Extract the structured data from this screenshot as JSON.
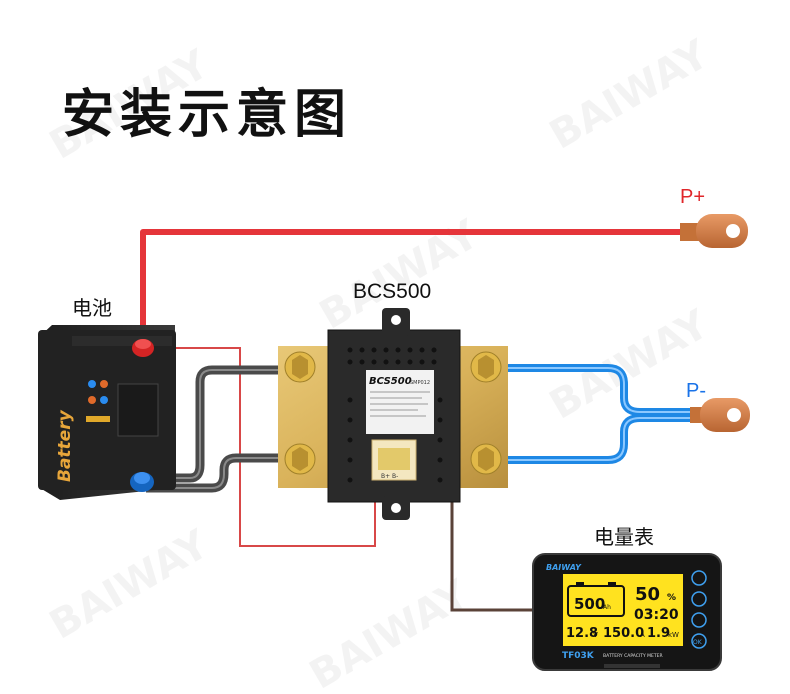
{
  "title": "安装示意图",
  "labels": {
    "battery": "电池",
    "shunt": "BCS500",
    "p_plus": "P+",
    "p_minus": "P-",
    "meter": "电量表"
  },
  "battery_case_text": "Battery",
  "shunt_sticker": {
    "model": "BCS500",
    "code": "SMP012",
    "terminals": "B+ B-"
  },
  "meter": {
    "brand": "BAIWAY",
    "capacity": "500",
    "capacity_unit": "Ah",
    "percent": "50",
    "percent_unit": "%",
    "time": "03:20",
    "voltage": "12.8",
    "voltage_unit": "V",
    "current": "150.0",
    "current_unit": "A",
    "power": "1.9",
    "power_unit": "kW",
    "model": "TF03K",
    "subtitle": "BATTERY CAPACITY METER",
    "button_ok": "OK"
  },
  "watermark": "BAIWAY",
  "colors": {
    "red_wire": "#e5353a",
    "blue_wire": "#1e88e5",
    "grey_wire": "#505050",
    "thin_red": "#d84848",
    "thin_brown": "#5a4238",
    "copper": "#cf7a47",
    "brass": "#d9b25a",
    "screen": "#ffe21f",
    "label_red": "#e0262a",
    "label_blue": "#1a73e8"
  }
}
